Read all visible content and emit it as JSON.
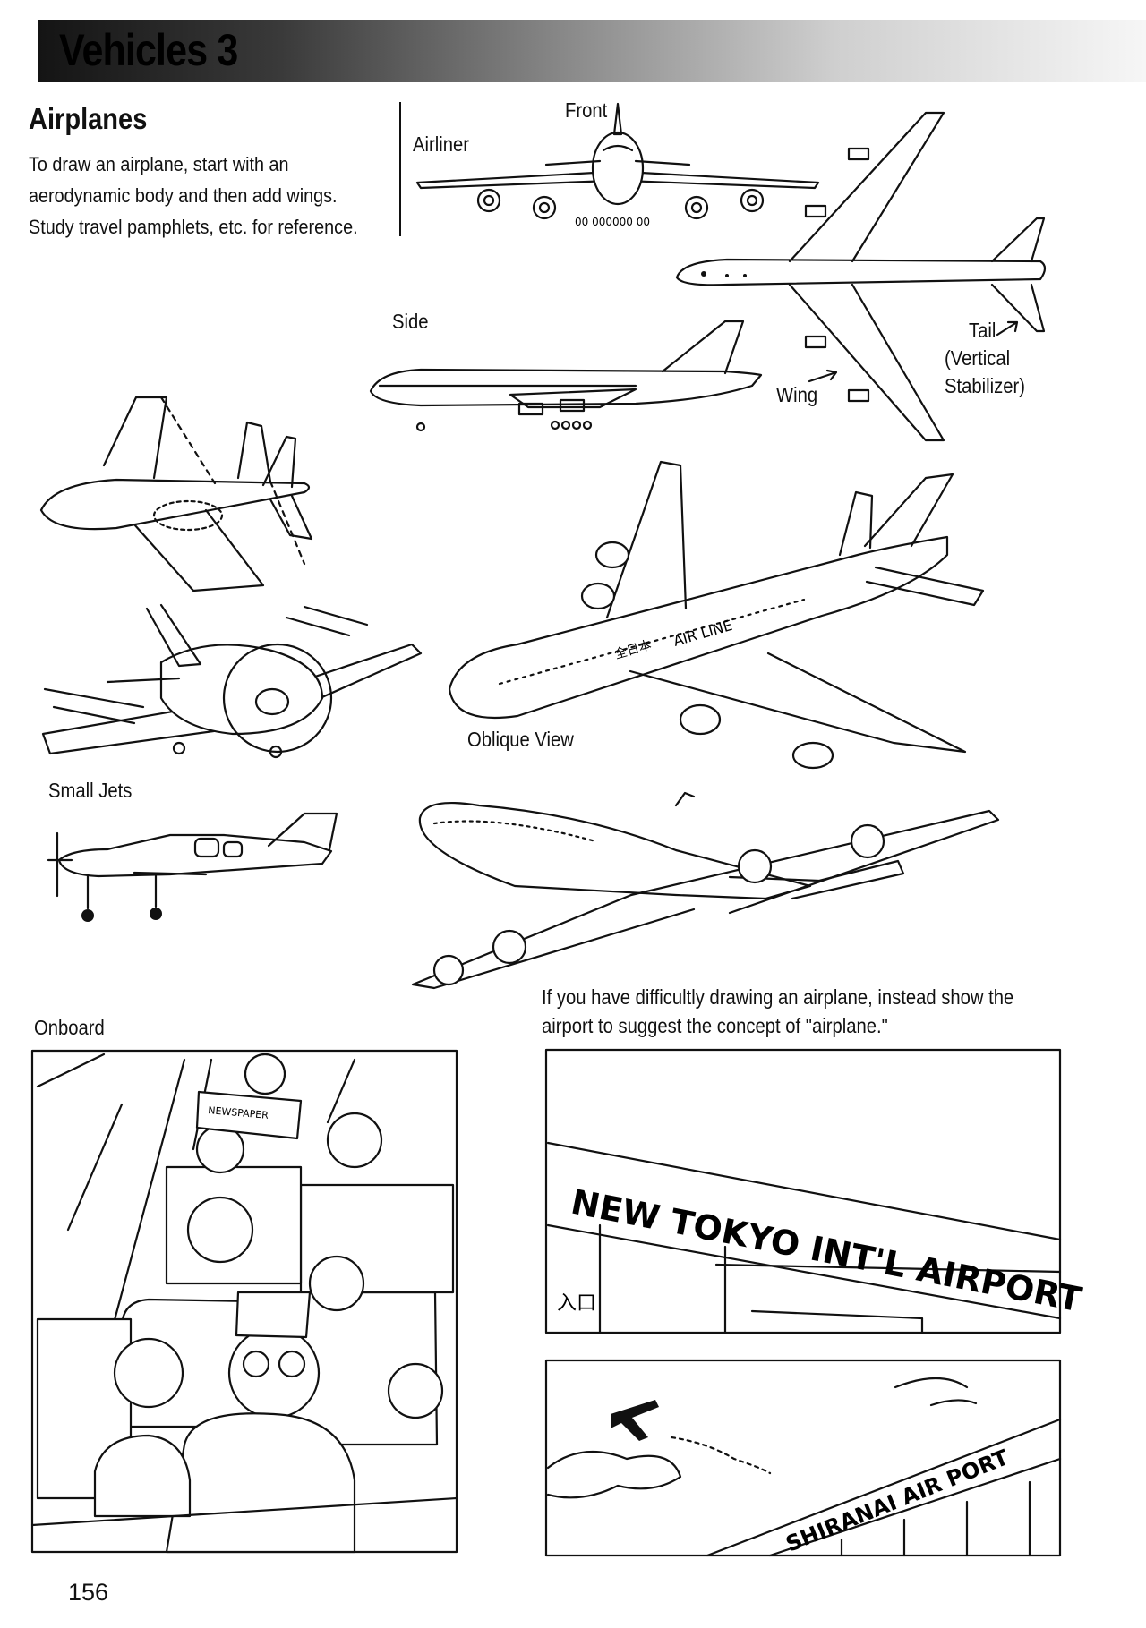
{
  "header": {
    "title": "Vehicles 3"
  },
  "section": {
    "title": "Airplanes",
    "intro_lines": [
      "To draw an airplane, start with an",
      "aerodynamic body and then add wings.",
      "Study travel pamphlets, etc. for reference."
    ]
  },
  "labels": {
    "airliner": "Airliner",
    "front": "Front",
    "side": "Side",
    "tail_line1": "Tail",
    "tail_line2": "(Vertical",
    "tail_line3": "Stabilizer)",
    "wing": "Wing",
    "oblique": "Oblique View",
    "small_jets": "Small Jets",
    "onboard": "Onboard"
  },
  "airport_caption": {
    "line1": "If you have difficultly drawing an airplane, instead show the",
    "line2": "airport to suggest the concept of \"airplane.\""
  },
  "panel_signs": {
    "tokyo": "NEW TOKYO INT'L AIRPORT",
    "tokyo_kanji": "入口",
    "shiranai": "SHIRANAI AIR PORT",
    "newspaper": "NEWSPAPER",
    "airline_text": "AIR LINE",
    "airline_kanji": "全日本"
  },
  "page_number": "156"
}
